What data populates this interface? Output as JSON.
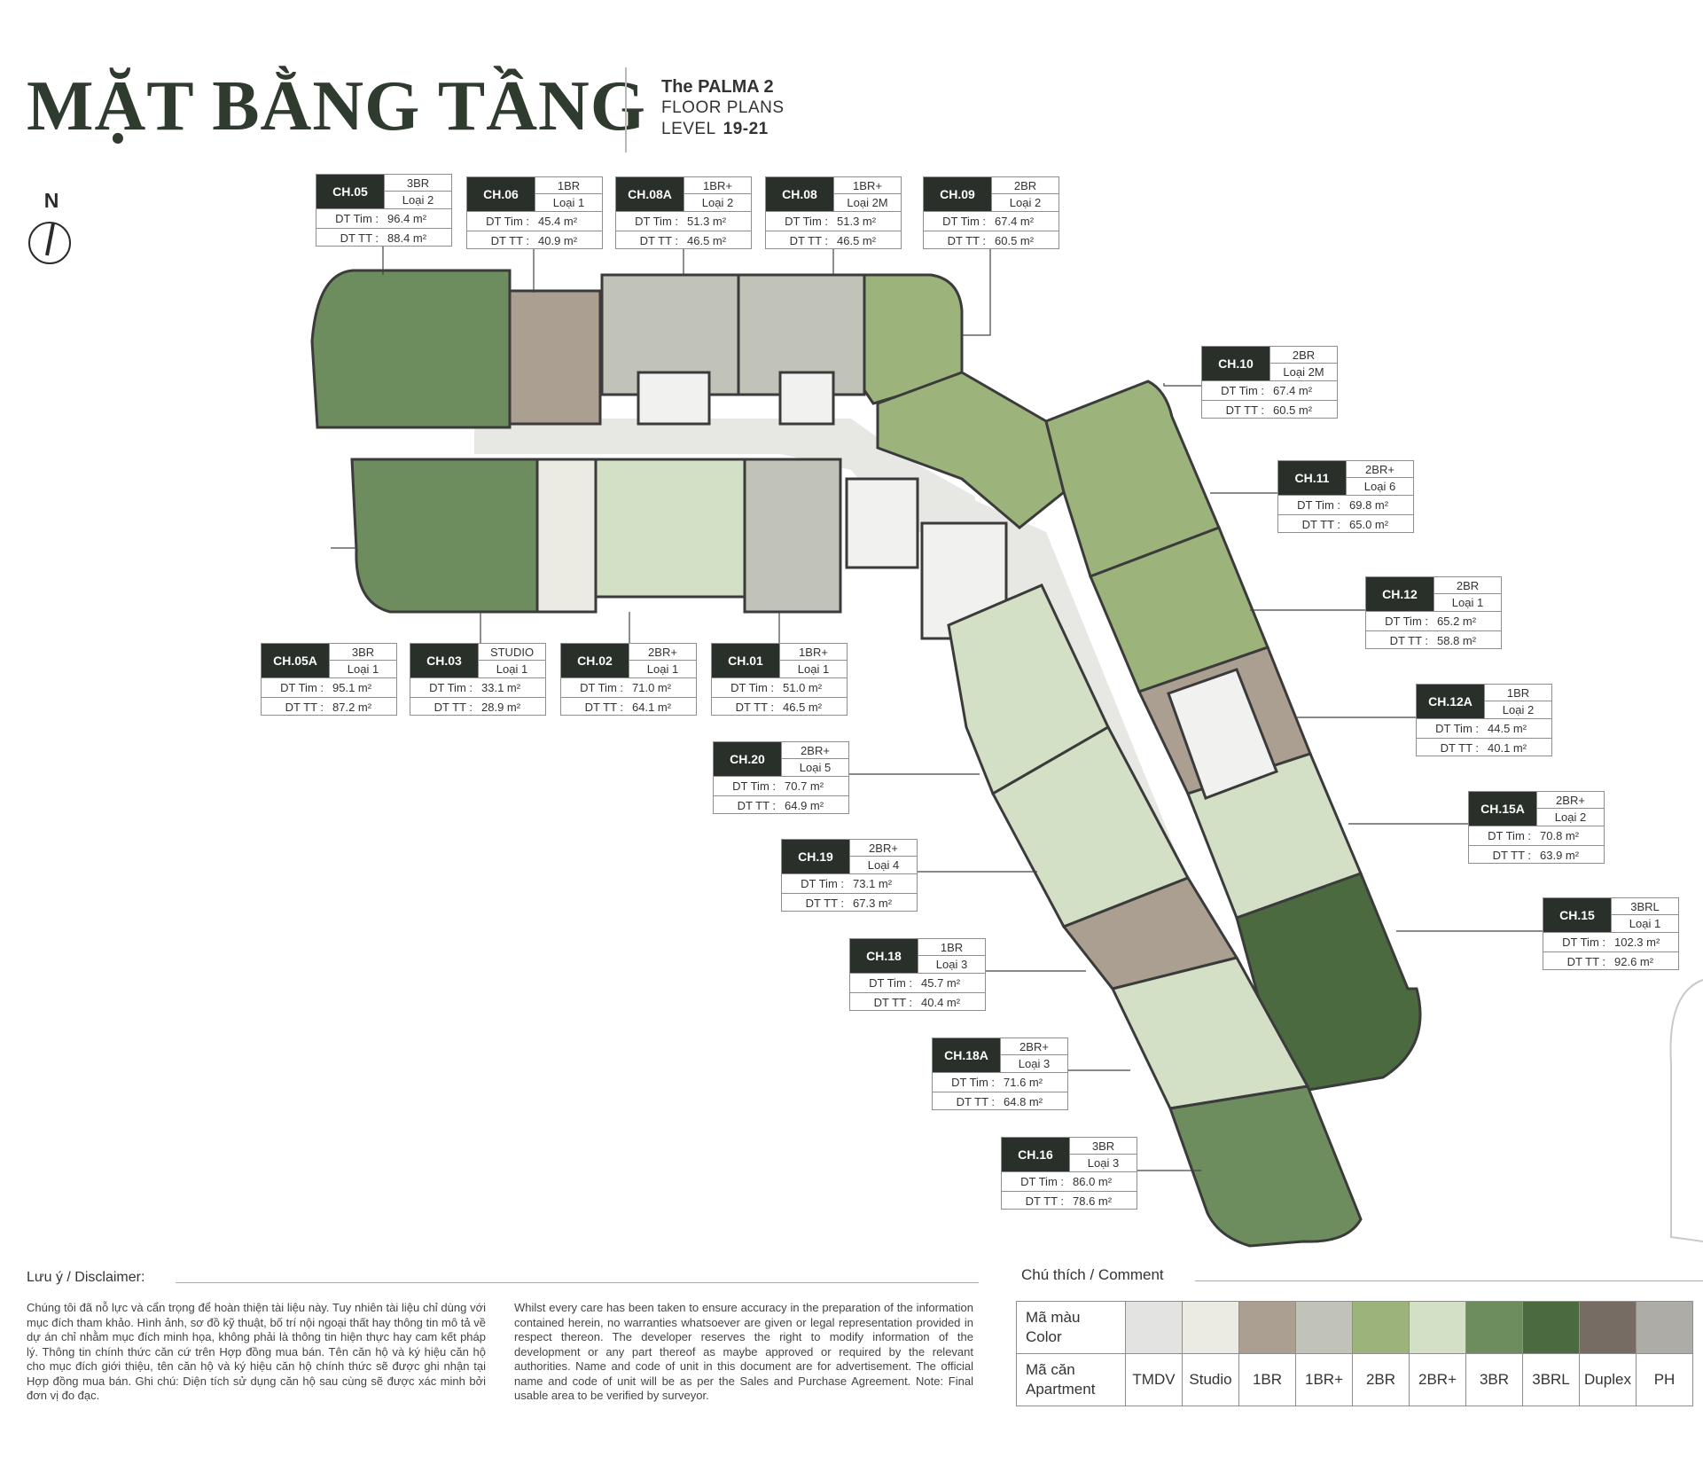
{
  "header": {
    "title": "MẶT BẰNG TẦNG",
    "project": "The PALMA 2",
    "floor_plans": "FLOOR PLANS",
    "level_label": "LEVEL",
    "level_value": "19-21"
  },
  "north": {
    "label": "N",
    "icon": "north-arrow-icon"
  },
  "units": [
    {
      "code": "CH.05",
      "type": "3BR",
      "loai": "Loại 2",
      "dt_tim_label": "DT Tim :",
      "dt_tim": "96.4 m²",
      "dt_tt_label": "DT TT :",
      "dt_tt": "88.4 m²"
    },
    {
      "code": "CH.06",
      "type": "1BR",
      "loai": "Loại 1",
      "dt_tim_label": "DT Tim :",
      "dt_tim": "45.4 m²",
      "dt_tt_label": "DT TT :",
      "dt_tt": "40.9 m²"
    },
    {
      "code": "CH.08A",
      "type": "1BR+",
      "loai": "Loại 2",
      "dt_tim_label": "DT Tim :",
      "dt_tim": "51.3 m²",
      "dt_tt_label": "DT TT :",
      "dt_tt": "46.5 m²"
    },
    {
      "code": "CH.08",
      "type": "1BR+",
      "loai": "Loại 2M",
      "dt_tim_label": "DT Tim :",
      "dt_tim": "51.3 m²",
      "dt_tt_label": "DT TT :",
      "dt_tt": "46.5 m²"
    },
    {
      "code": "CH.09",
      "type": "2BR",
      "loai": "Loại 2",
      "dt_tim_label": "DT Tim :",
      "dt_tim": "67.4 m²",
      "dt_tt_label": "DT TT :",
      "dt_tt": "60.5 m²"
    },
    {
      "code": "CH.10",
      "type": "2BR",
      "loai": "Loại 2M",
      "dt_tim_label": "DT Tim :",
      "dt_tim": "67.4 m²",
      "dt_tt_label": "DT TT :",
      "dt_tt": "60.5 m²"
    },
    {
      "code": "CH.11",
      "type": "2BR+",
      "loai": "Loại 6",
      "dt_tim_label": "DT Tim :",
      "dt_tim": "69.8 m²",
      "dt_tt_label": "DT TT :",
      "dt_tt": "65.0 m²"
    },
    {
      "code": "CH.12",
      "type": "2BR",
      "loai": "Loại 1",
      "dt_tim_label": "DT Tim :",
      "dt_tim": "65.2 m²",
      "dt_tt_label": "DT TT :",
      "dt_tt": "58.8 m²"
    },
    {
      "code": "CH.12A",
      "type": "1BR",
      "loai": "Loại 2",
      "dt_tim_label": "DT Tim :",
      "dt_tim": "44.5 m²",
      "dt_tt_label": "DT TT :",
      "dt_tt": "40.1 m²"
    },
    {
      "code": "CH.15A",
      "type": "2BR+",
      "loai": "Loại 2",
      "dt_tim_label": "DT Tim :",
      "dt_tim": "70.8 m²",
      "dt_tt_label": "DT TT :",
      "dt_tt": "63.9 m²"
    },
    {
      "code": "CH.15",
      "type": "3BRL",
      "loai": "Loại 1",
      "dt_tim_label": "DT Tim :",
      "dt_tim": "102.3 m²",
      "dt_tt_label": "DT TT :",
      "dt_tt": "92.6 m²"
    },
    {
      "code": "CH.05A",
      "type": "3BR",
      "loai": "Loại 1",
      "dt_tim_label": "DT Tim :",
      "dt_tim": "95.1 m²",
      "dt_tt_label": "DT TT :",
      "dt_tt": "87.2 m²"
    },
    {
      "code": "CH.03",
      "type": "STUDIO",
      "loai": "Loại 1",
      "dt_tim_label": "DT Tim :",
      "dt_tim": "33.1 m²",
      "dt_tt_label": "DT TT :",
      "dt_tt": "28.9 m²"
    },
    {
      "code": "CH.02",
      "type": "2BR+",
      "loai": "Loại 1",
      "dt_tim_label": "DT Tim :",
      "dt_tim": "71.0 m²",
      "dt_tt_label": "DT TT :",
      "dt_tt": "64.1 m²"
    },
    {
      "code": "CH.01",
      "type": "1BR+",
      "loai": "Loại 1",
      "dt_tim_label": "DT Tim :",
      "dt_tim": "51.0 m²",
      "dt_tt_label": "DT TT :",
      "dt_tt": "46.5 m²"
    },
    {
      "code": "CH.20",
      "type": "2BR+",
      "loai": "Loại 5",
      "dt_tim_label": "DT Tim :",
      "dt_tim": "70.7 m²",
      "dt_tt_label": "DT TT :",
      "dt_tt": "64.9 m²"
    },
    {
      "code": "CH.19",
      "type": "2BR+",
      "loai": "Loại 4",
      "dt_tim_label": "DT Tim :",
      "dt_tim": "73.1 m²",
      "dt_tt_label": "DT TT :",
      "dt_tt": "67.3 m²"
    },
    {
      "code": "CH.18",
      "type": "1BR",
      "loai": "Loại 3",
      "dt_tim_label": "DT Tim :",
      "dt_tim": "45.7 m²",
      "dt_tt_label": "DT TT :",
      "dt_tt": "40.4 m²"
    },
    {
      "code": "CH.18A",
      "type": "2BR+",
      "loai": "Loại 3",
      "dt_tim_label": "DT Tim :",
      "dt_tim": "71.6 m²",
      "dt_tt_label": "DT TT :",
      "dt_tt": "64.8 m²"
    },
    {
      "code": "CH.16",
      "type": "3BR",
      "loai": "Loại 3",
      "dt_tim_label": "DT Tim :",
      "dt_tim": "86.0 m²",
      "dt_tt_label": "DT TT :",
      "dt_tt": "78.6 m²"
    }
  ],
  "disclaimer": {
    "label": "Lưu ý / Disclaimer:",
    "vn": "Chúng tôi đã nỗ lực và cẩn trọng để hoàn thiện tài liệu này. Tuy nhiên tài liệu chỉ dùng với mục đích tham khảo. Hình ảnh, sơ đồ kỹ thuật, bố trí nội ngoại thất hay thông tin mô tả về dự án chỉ nhằm mục đích minh họa, không phải là thông tin hiện thực hay cam kết pháp lý. Thông tin chính thức căn cứ trên Hợp đồng mua bán. Tên căn hộ và ký hiệu căn hộ cho mục đích giới thiệu, tên căn hộ và ký hiệu căn hộ chính thức sẽ được ghi nhận tại Hợp đồng mua bán. Ghi chú: Diện tích sử dụng căn hộ sau cùng sẽ được xác minh bởi đơn vị đo đạc.",
    "en": "Whilst every care has been taken to ensure accuracy in the preparation of the information contained herein, no warranties whatsoever are given or legal representation provided in respect thereon. The developer reserves the right to modify information of the development or any part thereof as maybe approved or required by the relevant authorities. Name and code of unit in this document are for advertisement. The official name and code of unit will be as per the Sales and Purchase Agreement. Note: Final usable area to be verified by surveyor."
  },
  "legend": {
    "label": "Chú thích / Comment",
    "color_label_vn": "Mã màu",
    "color_label_en": "Color",
    "apt_label_vn": "Mã căn",
    "apt_label_en": "Apartment",
    "items": [
      {
        "name": "TMDV",
        "color": "#e3e4e1"
      },
      {
        "name": "Studio",
        "color": "#ecebe3"
      },
      {
        "name": "1BR",
        "color": "#ab9f92"
      },
      {
        "name": "1BR+",
        "color": "#c2c3b8"
      },
      {
        "name": "2BR",
        "color": "#9cb47c"
      },
      {
        "name": "2BR+",
        "color": "#d3e0c6"
      },
      {
        "name": "3BR",
        "color": "#6e8d5e"
      },
      {
        "name": "3BRL",
        "color": "#4c6a40"
      },
      {
        "name": "Duplex",
        "color": "#776c64"
      },
      {
        "name": "PH",
        "color": "#adaca7"
      }
    ]
  },
  "colors": {
    "title": "#2f3b2e",
    "tag_code_bg": "#29302a",
    "corridor": "#e7e8e4",
    "wall": "#3b3b3b"
  }
}
